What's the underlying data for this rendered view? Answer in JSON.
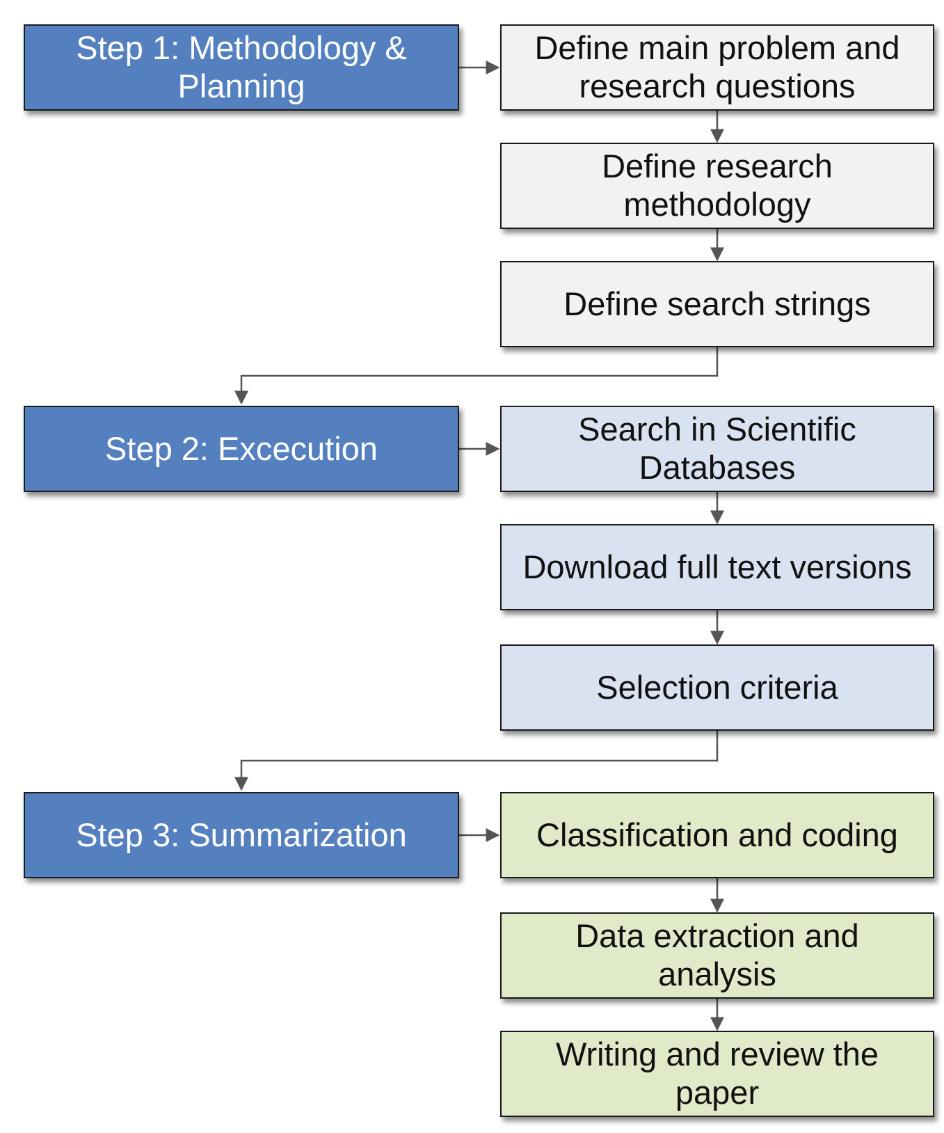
{
  "steps": [
    {
      "label": "Step 1: Methodology & Planning"
    },
    {
      "label": "Step 2: Excecution"
    },
    {
      "label": "Step 3: Summarization"
    }
  ],
  "tasks": [
    {
      "label": "Define main problem and research questions",
      "group": "step1",
      "fill": "#f2f2f2"
    },
    {
      "label": "Define research methodology",
      "group": "step1",
      "fill": "#f2f2f2"
    },
    {
      "label": "Define search strings",
      "group": "step1",
      "fill": "#f2f2f2"
    },
    {
      "label": "Search in Scientific Databases",
      "group": "step2",
      "fill": "#d9e2f0"
    },
    {
      "label": "Download full text versions",
      "group": "step2",
      "fill": "#d9e2f0"
    },
    {
      "label": "Selection criteria",
      "group": "step2",
      "fill": "#d9e2f0"
    },
    {
      "label": "Classification and coding",
      "group": "step3",
      "fill": "#e0e9c8"
    },
    {
      "label": "Data extraction and analysis",
      "group": "step3",
      "fill": "#e0e9c8"
    },
    {
      "label": "Writing and review the paper",
      "group": "step3",
      "fill": "#e0e9c8"
    }
  ],
  "colors": {
    "step_fill": "#5580c0",
    "step_text": "#ffffff",
    "border": "#1a1a1a",
    "arrow": "#555555"
  }
}
